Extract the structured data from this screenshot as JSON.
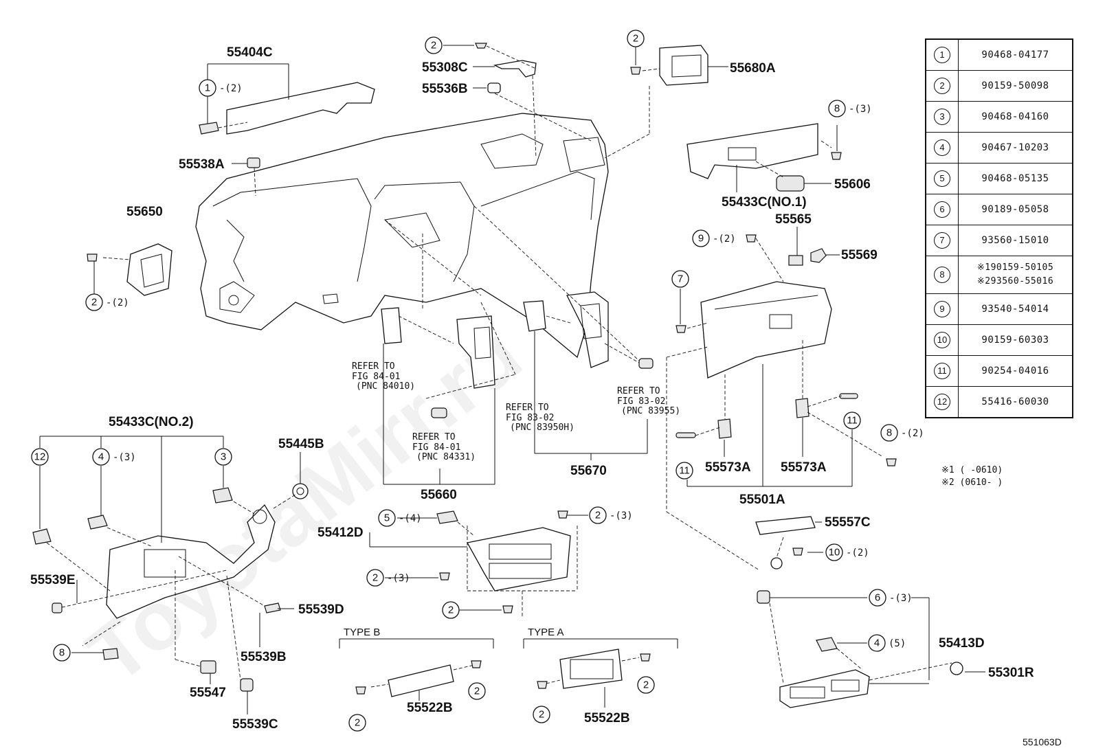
{
  "diagram_id": "551063D",
  "watermark": "ToyotaMirr.ru",
  "parts_table": [
    {
      "ref": "1",
      "numbers": [
        "90468-04177"
      ]
    },
    {
      "ref": "2",
      "numbers": [
        "90159-50098"
      ]
    },
    {
      "ref": "3",
      "numbers": [
        "90468-04160"
      ]
    },
    {
      "ref": "4",
      "numbers": [
        "90467-10203"
      ]
    },
    {
      "ref": "5",
      "numbers": [
        "90468-05135"
      ]
    },
    {
      "ref": "6",
      "numbers": [
        "90189-05058"
      ]
    },
    {
      "ref": "7",
      "numbers": [
        "93560-15010"
      ]
    },
    {
      "ref": "8",
      "numbers": [
        "※190159-50105",
        "※293560-55016"
      ]
    },
    {
      "ref": "9",
      "numbers": [
        "93540-54014"
      ]
    },
    {
      "ref": "10",
      "numbers": [
        "90159-60303"
      ]
    },
    {
      "ref": "11",
      "numbers": [
        "90254-04016"
      ]
    },
    {
      "ref": "12",
      "numbers": [
        "55416-60030"
      ]
    }
  ],
  "notes": [
    "※1 (      -0610)",
    "※2 (0610-      )"
  ],
  "part_labels": {
    "p55404C": "55404C",
    "p55308C": "55308C",
    "p55536B": "55536B",
    "p55680A": "55680A",
    "p55538A": "55538A",
    "p55650": "55650",
    "p55433C1": "55433C(NO.1)",
    "p55606": "55606",
    "p55565": "55565",
    "p55569": "55569",
    "p55433C2": "55433C(NO.2)",
    "p55445B": "55445B",
    "p55660": "55660",
    "p55670": "55670",
    "p55573A_1": "55573A",
    "p55573A_2": "55573A",
    "p55501A": "55501A",
    "p55557C": "55557C",
    "p55412D": "55412D",
    "p55539E": "55539E",
    "p55539D": "55539D",
    "p55539B": "55539B",
    "p55547": "55547",
    "p55539C": "55539C",
    "p55522B_1": "55522B",
    "p55522B_2": "55522B",
    "p55413D": "55413D",
    "p55301R": "55301R"
  },
  "refer_labels": {
    "r1": [
      "REFER TO",
      "FIG 84-01",
      "(PNC 84010)"
    ],
    "r2": [
      "REFER TO",
      "FIG 84-01",
      "(PNC 84331)"
    ],
    "r3": [
      "REFER TO",
      "FIG 83-02",
      "(PNC 83950H)"
    ],
    "r4": [
      "REFER TO",
      "FIG 83-02",
      "(PNC 83955)"
    ]
  },
  "type_labels": {
    "type_b": "TYPE B",
    "type_a": "TYPE A"
  },
  "callouts": [
    {
      "num": "1",
      "qty": "-(2)"
    },
    {
      "num": "2",
      "qty": ""
    },
    {
      "num": "2",
      "qty": ""
    },
    {
      "num": "2",
      "qty": "-(2)"
    },
    {
      "num": "8",
      "qty": "-(3)"
    },
    {
      "num": "9",
      "qty": "-(2)"
    },
    {
      "num": "7",
      "qty": ""
    },
    {
      "num": "12",
      "qty": ""
    },
    {
      "num": "4",
      "qty": "-(3)"
    },
    {
      "num": "3",
      "qty": ""
    },
    {
      "num": "5",
      "qty": "-(4)"
    },
    {
      "num": "2",
      "qty": "-(3)"
    },
    {
      "num": "2",
      "qty": "-(3)"
    },
    {
      "num": "2",
      "qty": ""
    },
    {
      "num": "11",
      "qty": ""
    },
    {
      "num": "11",
      "qty": ""
    },
    {
      "num": "8",
      "qty": "-(2)"
    },
    {
      "num": "10",
      "qty": "-(2)"
    },
    {
      "num": "6",
      "qty": "-(3)"
    },
    {
      "num": "4",
      "qty": "(5)"
    },
    {
      "num": "8",
      "qty": ""
    },
    {
      "num": "2",
      "qty": ""
    },
    {
      "num": "2",
      "qty": ""
    },
    {
      "num": "2",
      "qty": ""
    },
    {
      "num": "2",
      "qty": ""
    }
  ]
}
